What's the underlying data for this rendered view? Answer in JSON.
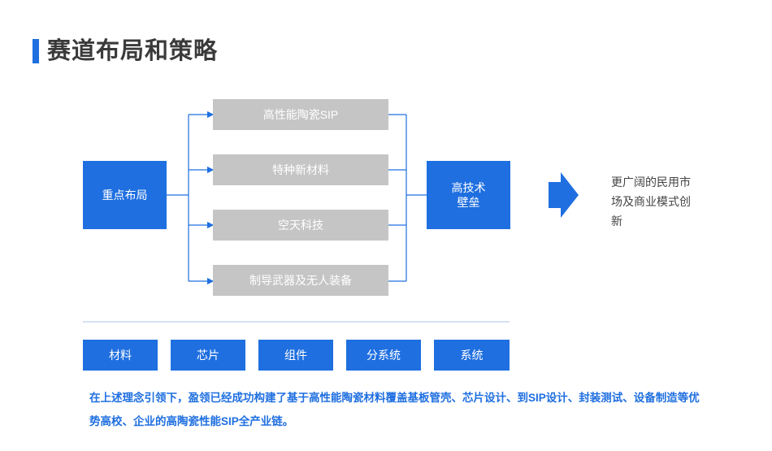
{
  "title": "赛道布局和策略",
  "diagram": {
    "left_box": "重点布局",
    "tracks": [
      "高性能陶瓷SIP",
      "特种新材料",
      "空天科技",
      "制导武器及无人装备"
    ],
    "right_box_line1": "高技术",
    "right_box_line2": "壁垒",
    "arrow_icon": "right-arrow-icon",
    "result_text": "更广阔的民用市场及商业模式创新"
  },
  "bottom_boxes": [
    "材料",
    "芯片",
    "组件",
    "分系统",
    "系统"
  ],
  "summary": "在上述理念引领下，盈领已经成功构建了基于高性能陶瓷材料覆盖基板管壳、芯片设计、到SIP设计、封装测试、设备制造等优势高校、企业的高陶瓷性能SIP全产业链。",
  "colors": {
    "accent": "#1f6fe0",
    "track_gray": "#c5c5c5",
    "title_text": "#3a3a3a"
  }
}
